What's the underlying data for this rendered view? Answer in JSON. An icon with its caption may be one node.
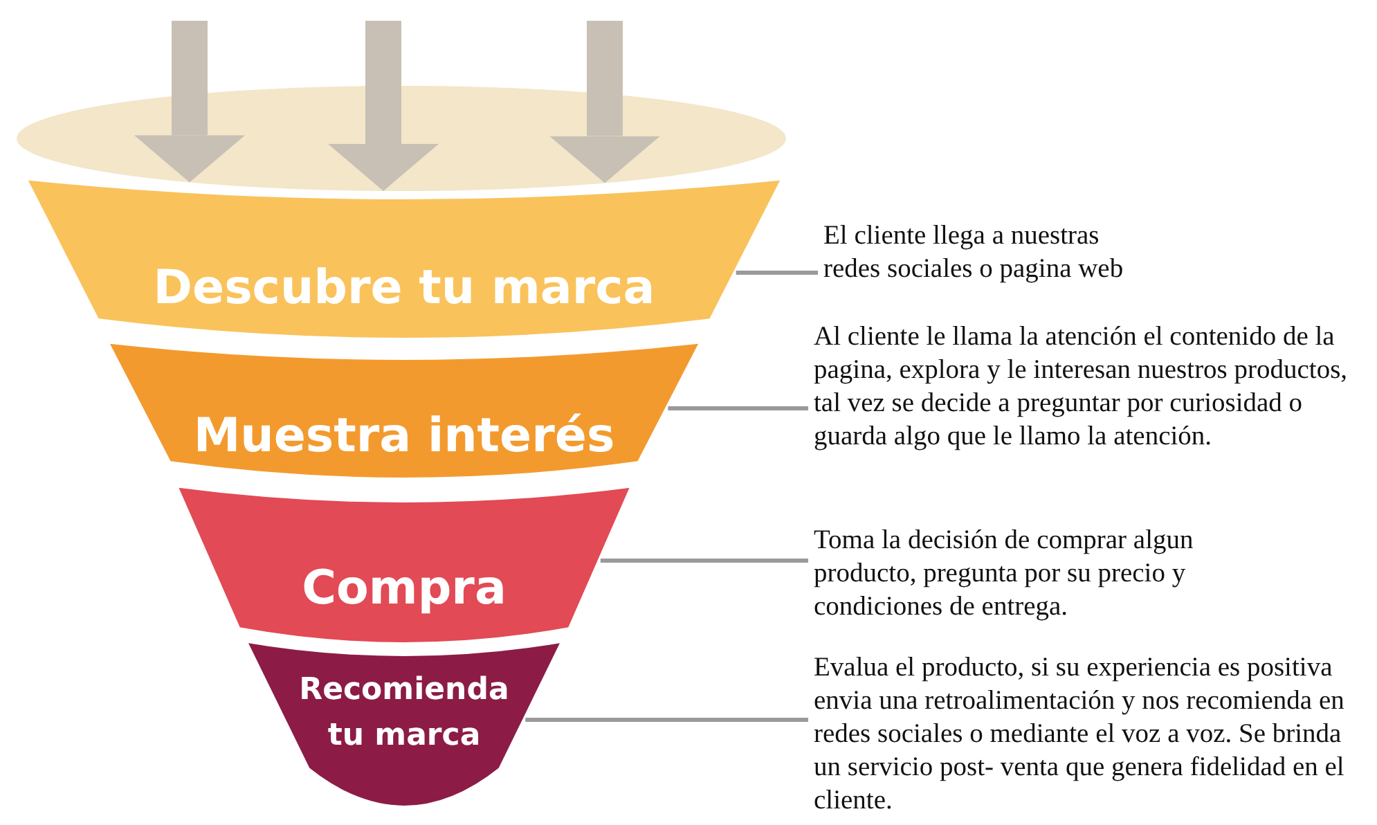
{
  "diagram": {
    "nodes": [
      {
        "text": [],
        "shape": "ellipse"
      },
      {
        "text": [
          "Descubre tu marca"
        ]
      },
      {
        "text": [
          "Muestra interés"
        ]
      },
      {
        "text": [
          "Compra"
        ]
      },
      {
        "text": [
          "Recomienda tu marca"
        ]
      },
      {
        "text": [
          "El cliente llega a nuestras redes sociales o pagina web"
        ]
      },
      {
        "text": [
          "Al cliente le llama la atención el contenido de la pagina, explora y le interesan nuestros productos, tal vez se decide a preguntar por curiosidad o guarda algo que le llamo la atención."
        ]
      },
      {
        "text": [
          "Toma la decisión de comprar algun producto, pregunta por su precio y condiciones de entrega."
        ]
      },
      {
        "text": [
          "Evalua el producto, si su experiencia es positiva envia una retroalimentación y nos recomienda en redes sociales o mediante el voz a voz. Se brinda un servicio post- venta que genera fidelidad en el cliente."
        ]
      }
    ],
    "edges": [
      {
        "from": null,
        "to": 0,
        "arrow": "to",
        "style": "thick",
        "color": "#c8c0b4"
      },
      {
        "from": null,
        "to": 0,
        "arrow": "to",
        "style": "thick",
        "color": "#c8c0b4"
      },
      {
        "from": null,
        "to": 0,
        "arrow": "to",
        "style": "thick",
        "color": "#c8c0b4"
      },
      {
        "from": 5,
        "to": 1,
        "arrow": "none"
      },
      {
        "from": 6,
        "to": 2,
        "arrow": "none"
      },
      {
        "from": 7,
        "to": 3,
        "arrow": "none"
      },
      {
        "from": 8,
        "to": 4,
        "arrow": "none"
      }
    ]
  }
}
